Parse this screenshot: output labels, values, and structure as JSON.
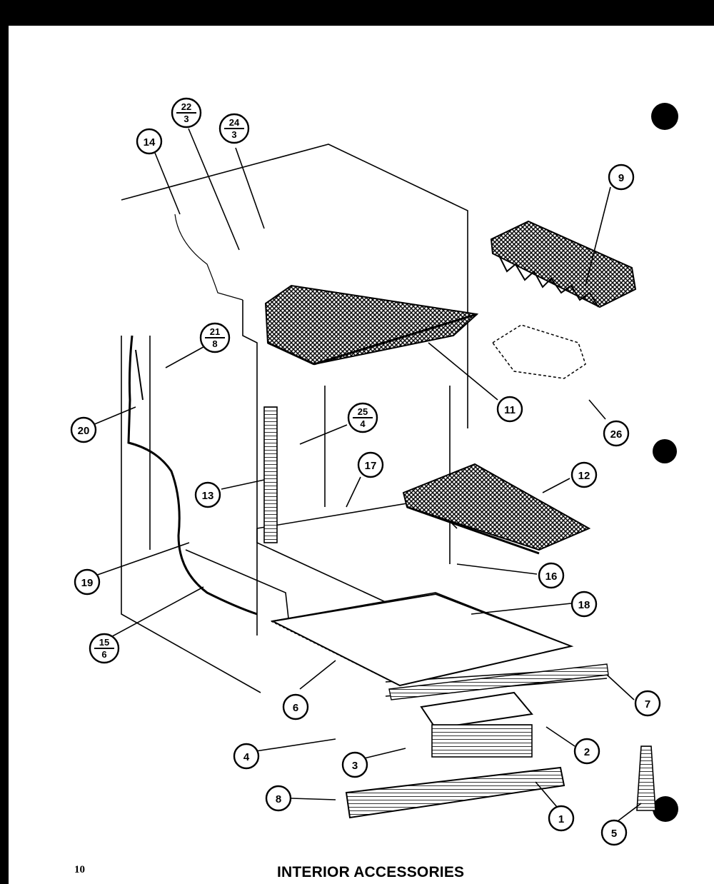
{
  "page": {
    "title": "INTERIOR ACCESSORIES",
    "page_number": "10"
  },
  "callouts": {
    "c9": "9",
    "c11": "11",
    "c12": "12",
    "c13": "13",
    "c14": "14",
    "c16": "16",
    "c17": "17",
    "c18": "18",
    "c19": "19",
    "c20": "20",
    "c26": "26",
    "c1": "1",
    "c2": "2",
    "c3": "3",
    "c4": "4",
    "c5": "5",
    "c6": "6",
    "c7": "7",
    "c8": "8",
    "f22": {
      "top": "22",
      "bottom": "3"
    },
    "f24": {
      "top": "24",
      "bottom": "3"
    },
    "f21": {
      "top": "21",
      "bottom": "8"
    },
    "f25": {
      "top": "25",
      "bottom": "4"
    },
    "f15": {
      "top": "15",
      "bottom": "6"
    }
  },
  "colors": {
    "ink": "#000000",
    "paper": "#ffffff"
  }
}
